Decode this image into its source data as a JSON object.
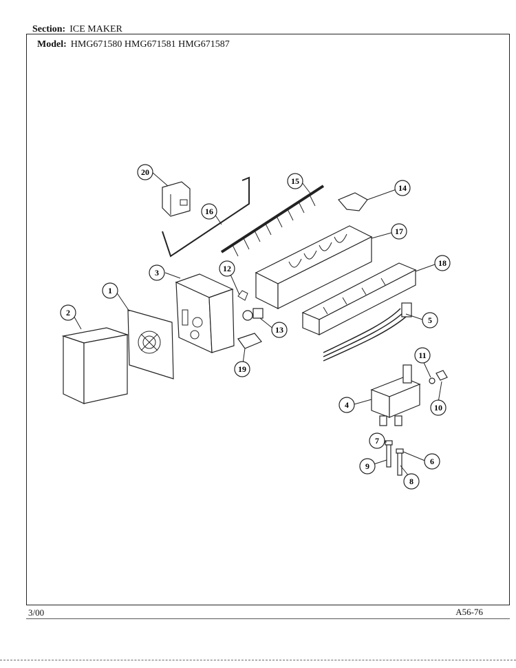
{
  "header": {
    "section_label": "Section:",
    "section_value": "ICE MAKER",
    "model_label": "Model:",
    "model_value": "HMG671580  HMG671581  HMG671587"
  },
  "footer": {
    "date": "3/00",
    "page_code": "A56-76"
  },
  "callouts": {
    "c1": "1",
    "c2": "2",
    "c3": "3",
    "c4": "4",
    "c5": "5",
    "c6": "6",
    "c7": "7",
    "c8": "8",
    "c9": "9",
    "c10": "10",
    "c11": "11",
    "c12": "12",
    "c13": "13",
    "c14": "14",
    "c15": "15",
    "c16": "16",
    "c17": "17",
    "c18": "18",
    "c19": "19",
    "c20": "20"
  }
}
